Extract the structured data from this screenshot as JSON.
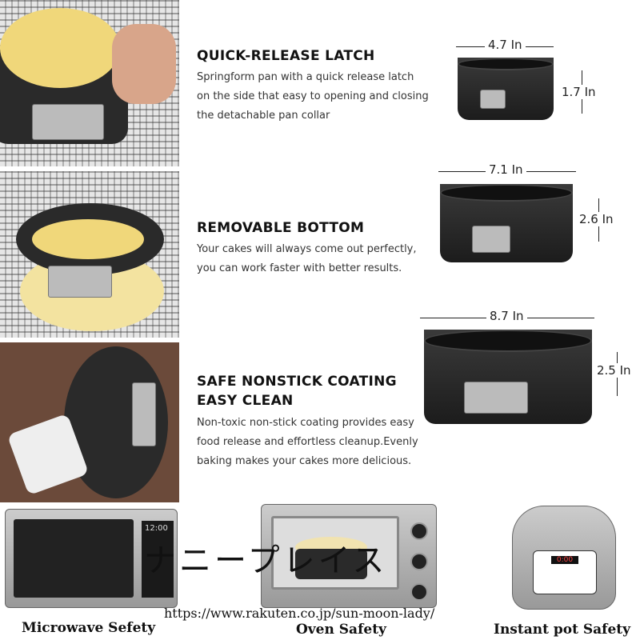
{
  "features": [
    {
      "heading": "QUICK-RELEASE LATCH",
      "lines": [
        "Springform pan with a quick release latch",
        "on the side that easy to opening and closing",
        "the detachable pan collar"
      ]
    },
    {
      "heading": "REMOVABLE BOTTOM",
      "lines": [
        "Your cakes will always come out perfectly,",
        "you can work faster with better results."
      ]
    },
    {
      "heading_lines": [
        "SAFE NONSTICK COATING",
        "EASY CLEAN"
      ],
      "lines": [
        "Non-toxic non-stick coating provides easy",
        "food release and effortless cleanup.Evenly",
        "baking makes your cakes more delicious."
      ]
    }
  ],
  "sizes": [
    {
      "width": "4.7 In",
      "height": "1.7 In"
    },
    {
      "width": "7.1 In",
      "height": "2.6 In"
    },
    {
      "width": "8.7 In",
      "height": "2.5 In"
    }
  ],
  "appliances": [
    {
      "label": "Microwave Sefety",
      "display": "12:00"
    },
    {
      "label": "Oven Safety"
    },
    {
      "label": "Instant pot Safety",
      "display": "0:00"
    }
  ],
  "watermark": "ナニープレイス",
  "url": "https://www.rakuten.co.jp/sun-moon-lady/"
}
